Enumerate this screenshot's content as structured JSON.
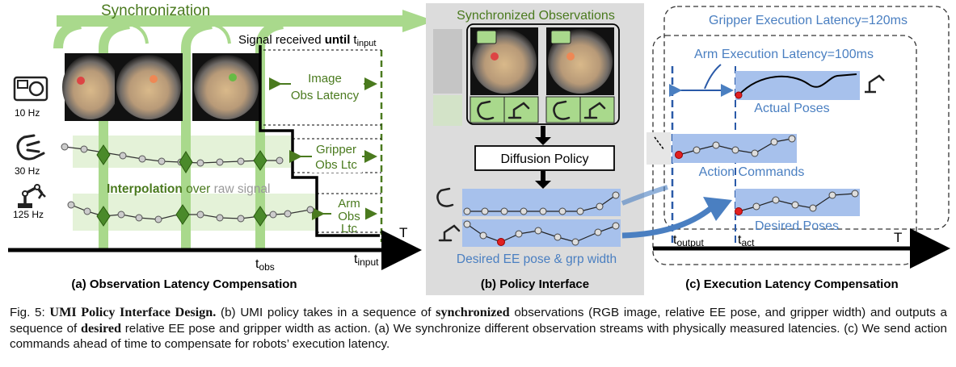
{
  "panel_a": {
    "sync_label": "Synchronization",
    "signal_received_prefix": "Signal received ",
    "signal_received_until": "until",
    "signal_received_t": "t",
    "signal_received_sub": "input",
    "image_latency_1": "Image",
    "image_latency_2": "Obs Latency",
    "gripper_ltc_1": "Gripper",
    "gripper_ltc_2": "Obs Ltc",
    "arm_ltc_1": "Arm",
    "arm_ltc_2": "Obs",
    "arm_ltc_3": "Ltc",
    "interp_1": "Interpolation",
    "interp_2": " over ",
    "interp_3": "raw signal",
    "rate_camera": "10 Hz",
    "rate_gripper": "30 Hz",
    "rate_arm": "125 Hz",
    "axis_T": "T",
    "t_obs": "t",
    "t_obs_sub": "obs",
    "t_input": "t",
    "t_input_sub": "input",
    "caption": "(a) Observation Latency Compensation"
  },
  "panel_b": {
    "sync_obs": "Synchronized Observations",
    "diffusion_policy": "Diffusion Policy",
    "desired_label": "Desired EE pose & grp width",
    "caption": "(b) Policy Interface"
  },
  "panel_c": {
    "gripper_latency": "Gripper Execution Latency=120ms",
    "arm_latency": "Arm Execution Latency=100ms",
    "actual_poses": "Actual Poses",
    "action_commands": "Action Commands",
    "desired_poses": "Desired Poses",
    "t_output": "t",
    "t_output_sub": "output",
    "t_act": "t",
    "t_act_sub": "act",
    "axis_T": "T",
    "caption": "(c) Execution Latency Compensation"
  },
  "caption": {
    "fig_label": "Fig. 5: ",
    "title": "UMI Policy Interface Design.",
    "p1": " (b) UMI policy takes in a sequence of ",
    "w_sync": "synchronized",
    "p2": " observations (RGB image, relative EE pose, and gripper width) and outputs a sequence of ",
    "w_desired": "desired",
    "p3": " relative EE pose and gripper width as action. (a) We synchronize different observation streams with physically measured latencies. (c) We send action commands ahead of time to compensate for robots’ execution latency."
  },
  "colors": {
    "green_dark": "#4a7a1e",
    "green_light": "#a9d98c",
    "green_band": "#e4f2d8",
    "blue_box": "#a7c1ec",
    "blue_arrow": "#4a7fc1",
    "blue_text": "#4a7fc1",
    "gray_panel": "#dcdcdc",
    "red_dot": "#e02020"
  },
  "icons": [
    "camera-icon",
    "gripper-icon",
    "robot-arm-icon"
  ]
}
